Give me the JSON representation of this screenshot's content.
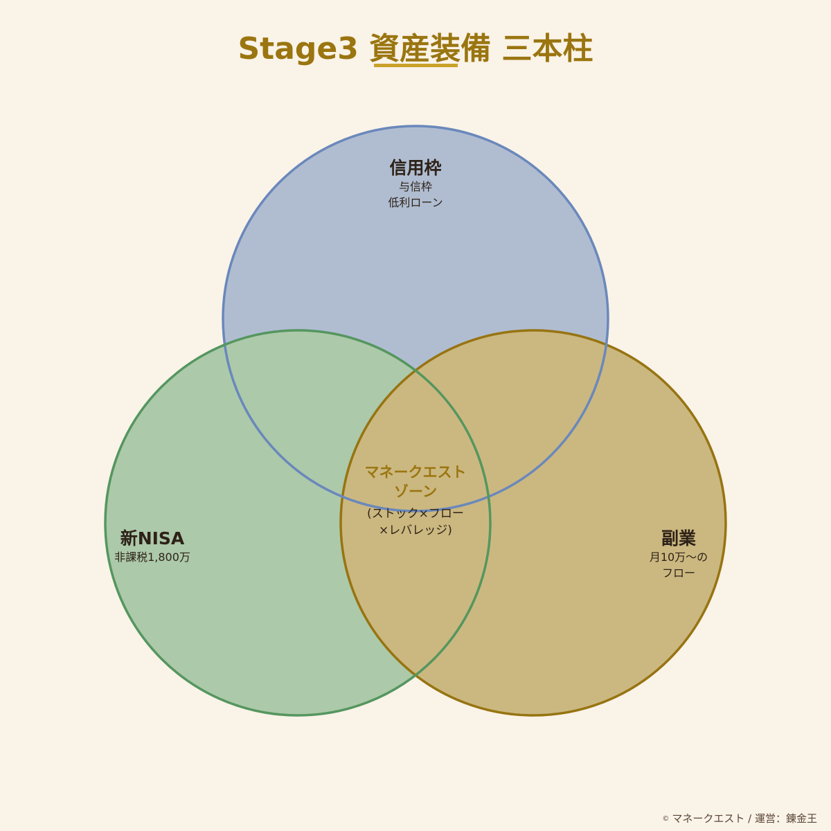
{
  "title": "Stage3 資産装備 三本柱",
  "colors": {
    "background": "#faf3e8",
    "title": "#9a7510",
    "underline": "#c9a22a",
    "credit_fill": "#b0bdd1",
    "credit_stroke": "#6a88bb",
    "nisa_fill": "#acc9aa",
    "nisa_stroke": "#55965f",
    "side_fill": "#cbb880",
    "side_stroke": "#977411"
  },
  "circles": {
    "credit": {
      "title": "信用枠",
      "lines": [
        "与信枠",
        "低利ローン"
      ]
    },
    "nisa": {
      "title": "新NISA",
      "lines": [
        "非課税1,800万"
      ]
    },
    "side_job": {
      "title": "副業",
      "lines": [
        "月10万〜の",
        "フロー"
      ]
    }
  },
  "center": {
    "title_lines": [
      "マネークエスト",
      "ゾーン"
    ],
    "sub_lines": [
      "(ストック×フロー",
      "×レバレッジ)"
    ]
  },
  "footer": {
    "copyright_mark": "©",
    "text": "マネークエスト / 運営：錬金王"
  }
}
